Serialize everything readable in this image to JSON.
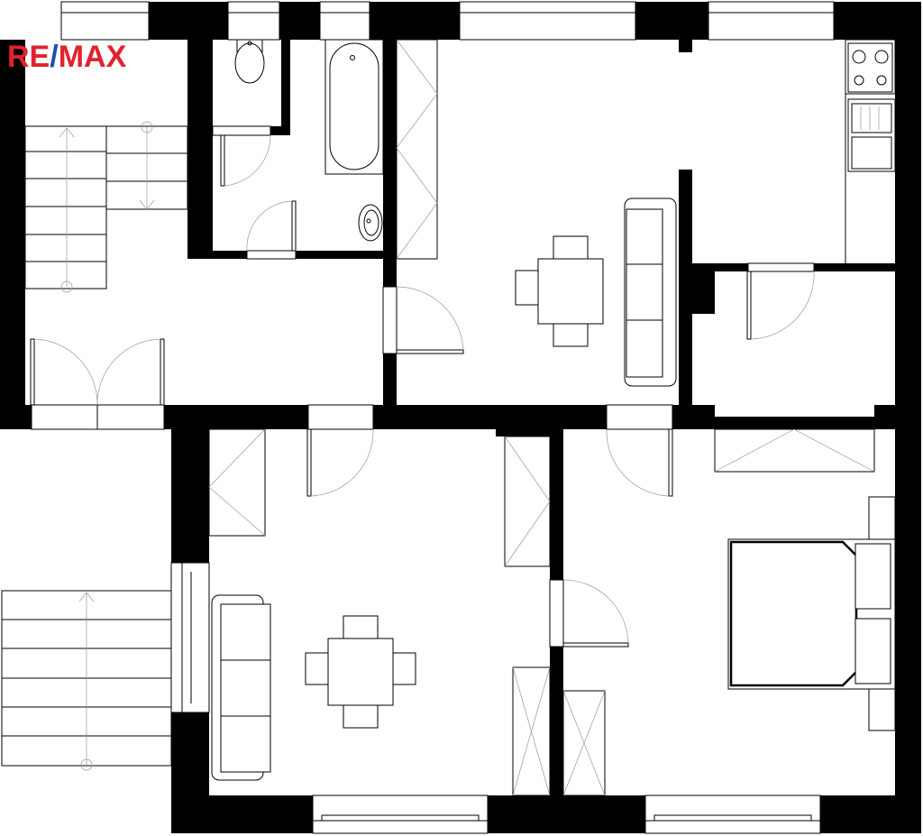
{
  "logo": {
    "text": "RE/MAX",
    "part1": "RE",
    "slash": "/",
    "part2": "MAX",
    "brand_red": "#e1222f",
    "brand_blue": "#1b4fb5"
  },
  "plan": {
    "wall_color": "#000000",
    "background": "#ffffff"
  }
}
